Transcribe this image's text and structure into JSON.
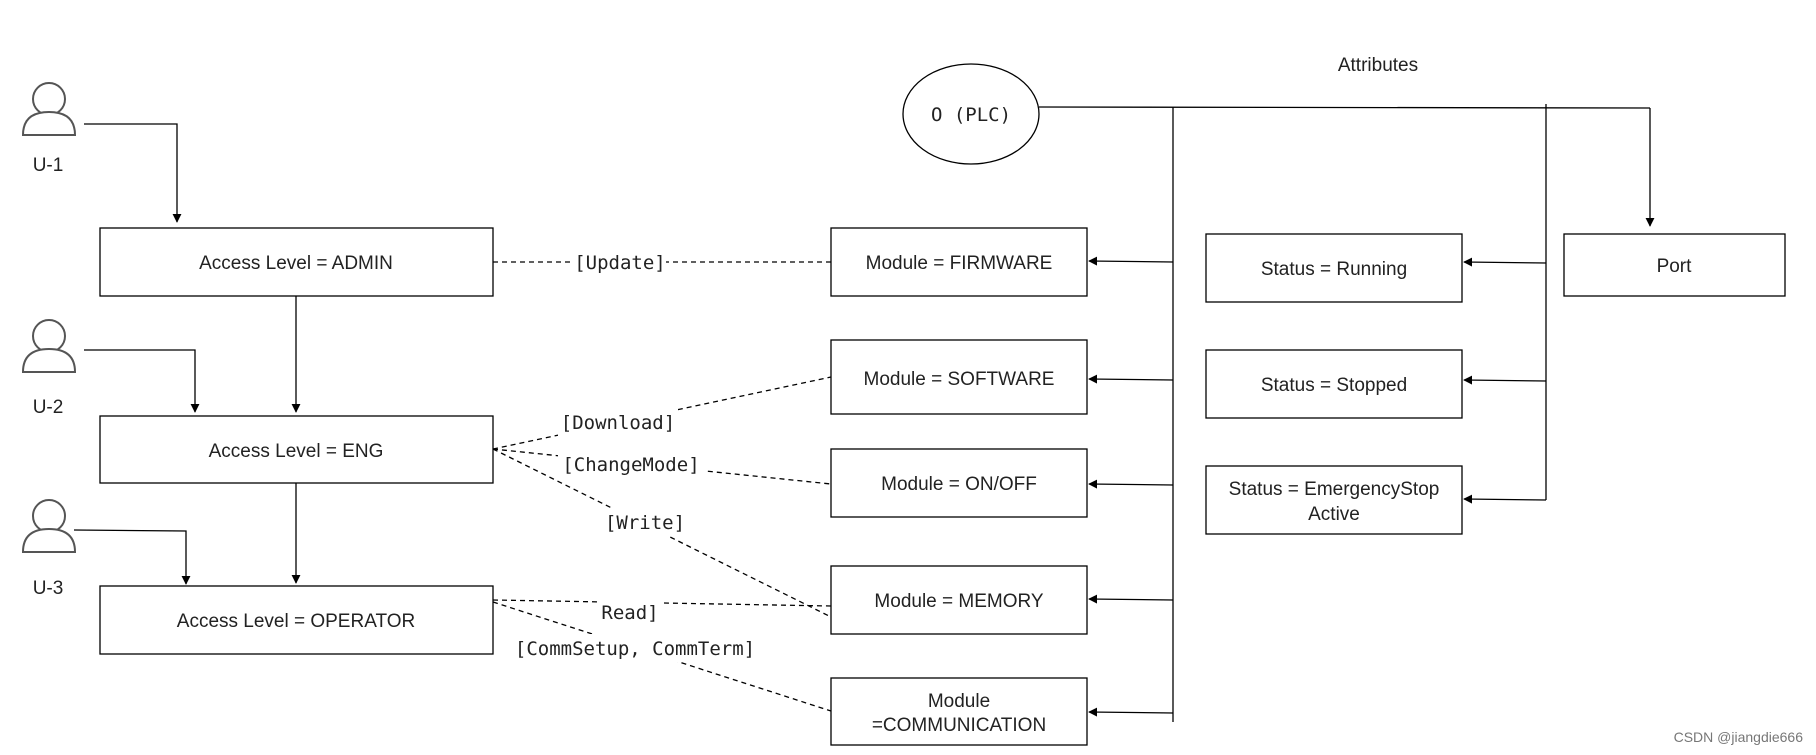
{
  "attributes_heading": "Attributes",
  "plc_label": "O (PLC)",
  "users": [
    {
      "label": "U-1"
    },
    {
      "label": "U-2"
    },
    {
      "label": "U-3"
    }
  ],
  "access_levels": [
    {
      "label": "Access Level = ADMIN"
    },
    {
      "label": "Access Level = ENG"
    },
    {
      "label": "Access Level = OPERATOR"
    }
  ],
  "modules": [
    {
      "lines": [
        "Module = FIRMWARE"
      ]
    },
    {
      "lines": [
        "Module = SOFTWARE"
      ]
    },
    {
      "lines": [
        "Module = ON/OFF"
      ]
    },
    {
      "lines": [
        "Module = MEMORY"
      ]
    },
    {
      "lines": [
        "Module",
        "=COMMUNICATION"
      ]
    }
  ],
  "statuses": [
    {
      "lines": [
        "Status = Running"
      ]
    },
    {
      "lines": [
        "Status = Stopped"
      ]
    },
    {
      "lines": [
        "Status = EmergencyStop",
        "Active"
      ]
    }
  ],
  "port_label": "Port",
  "edge_labels": {
    "update": "[Update]",
    "download": "[Download]",
    "change_mode": "[ChangeMode]",
    "write": "[Write]",
    "read": "Read]",
    "comm": "[CommSetup, CommTerm]"
  },
  "watermark": "CSDN @jiangdie666"
}
